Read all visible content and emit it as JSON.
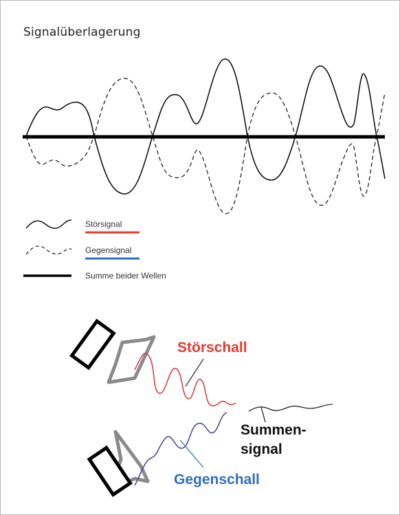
{
  "title": "Signalüberlagerung",
  "legend": {
    "stoer": "Störsignal",
    "gegen": "Gegensignal",
    "summe": "Summe beider Wellen"
  },
  "labels": {
    "stoerschall": "Störschall",
    "gegenschall": "Gegenschall",
    "summen_line1": "Summen-",
    "summen_line2": "signal"
  },
  "colors": {
    "red": "#e53a2f",
    "blue": "#2f6dc0",
    "wave_red": "#d94040",
    "wave_blue": "#4a4aa0"
  }
}
